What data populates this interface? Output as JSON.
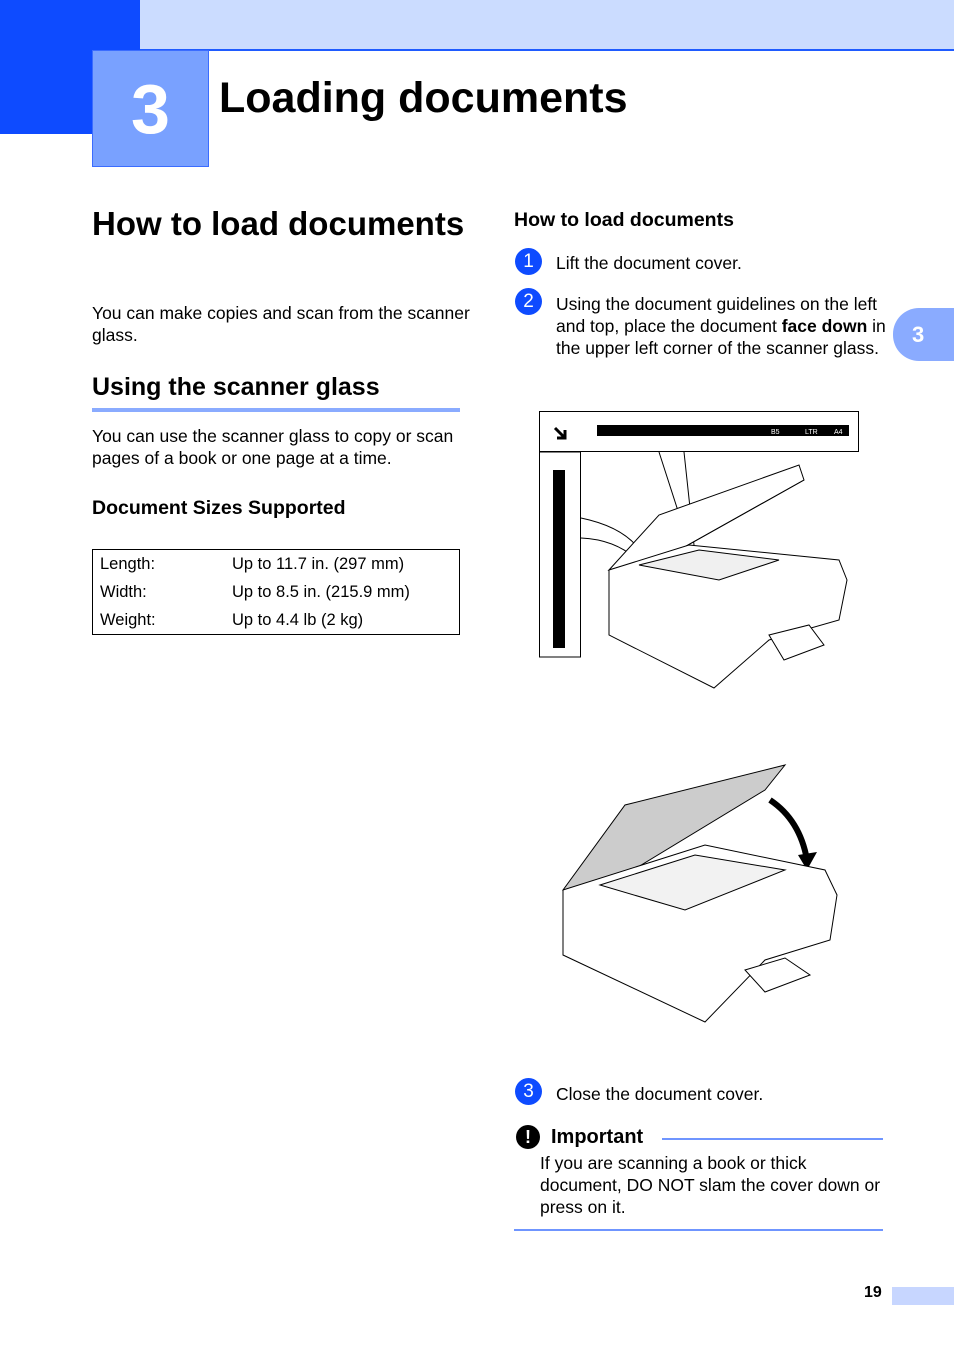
{
  "chapter": {
    "number": "3",
    "title": "Loading documents",
    "side_tab": "3"
  },
  "left": {
    "heading": "How to load documents",
    "intro": "You can make copies and scan from the scanner glass.",
    "section_title": "Using the scanner glass",
    "section_text": "You can use the scanner glass to copy or scan pages of a book or one page at a time.",
    "sizes_title": "Document Sizes Supported",
    "sizes": [
      {
        "label": "Length:",
        "value": "Up to 11.7 in. (297 mm)"
      },
      {
        "label": "Width:",
        "value": "Up to 8.5 in. (215.9 mm)"
      },
      {
        "label": "Weight:",
        "value": "Up to 4.4 lb (2 kg)"
      }
    ]
  },
  "right": {
    "heading": "How to load documents",
    "steps": [
      {
        "num": "1",
        "text": "Lift the document cover."
      },
      {
        "num": "2",
        "text_before": "Using the document guidelines on the left and top, place the document ",
        "bold": "face down",
        "text_after": " in the upper left corner of the scanner glass."
      },
      {
        "num": "3",
        "text": "Close the document cover."
      }
    ],
    "guide_labels": {
      "b5": "B5",
      "ltr": "LTR",
      "a4": "A4"
    },
    "important": {
      "title": "Important",
      "text": "If you are scanning a book or thick document, DO NOT slam the cover down or press on it."
    }
  },
  "footer": {
    "page_number": "19"
  },
  "colors": {
    "brand_blue": "#0e4bff",
    "light_blue": "#cbdcff",
    "mid_blue": "#8aabff"
  }
}
